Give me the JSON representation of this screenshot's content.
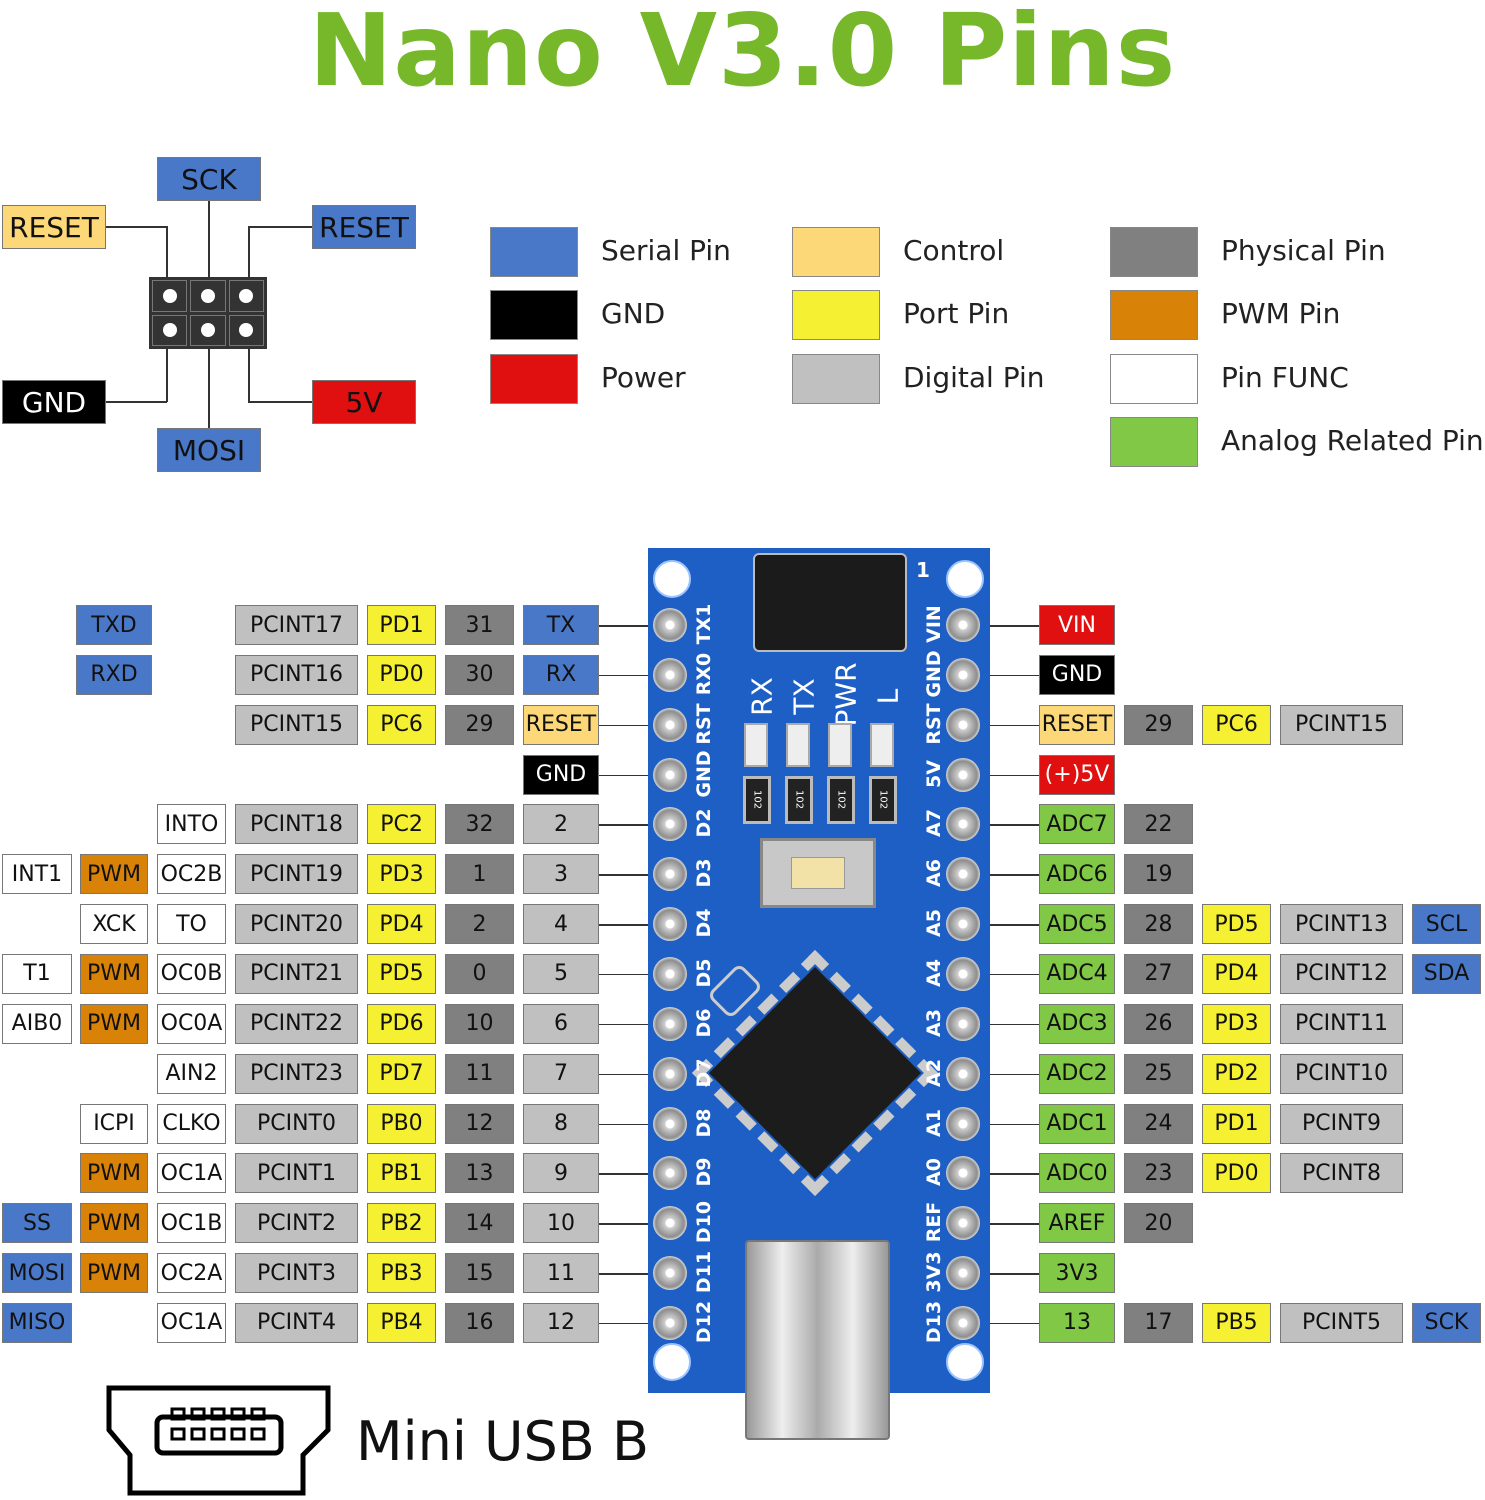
{
  "title": "Nano V3.0 Pins",
  "colors": {
    "serial": "#4a78c8",
    "gnd": "#000000",
    "power": "#e01010",
    "control": "#fdd878",
    "port": "#f5f032",
    "digital": "#c0c0c0",
    "physical": "#808080",
    "pwm": "#d98208",
    "func": "#ffffff",
    "analog": "#80c846"
  },
  "legend": [
    {
      "type": "serial",
      "label": "Serial Pin"
    },
    {
      "type": "gnd",
      "label": "GND"
    },
    {
      "type": "power",
      "label": "Power"
    },
    {
      "type": "control",
      "label": "Control"
    },
    {
      "type": "port",
      "label": "Port Pin"
    },
    {
      "type": "digital",
      "label": "Digital Pin"
    },
    {
      "type": "physical",
      "label": "Physical Pin"
    },
    {
      "type": "pwm",
      "label": "PWM Pin"
    },
    {
      "type": "func",
      "label": "Pin FUNC"
    },
    {
      "type": "analog",
      "label": "Analog Related Pin"
    }
  ],
  "icsp": {
    "sck": "SCK",
    "reset_left": "RESET",
    "reset_right": "RESET",
    "gnd": "GND",
    "v5": "5V",
    "mosi": "MOSI"
  },
  "left_rows": [
    [
      null,
      [
        "TXD",
        "serial"
      ],
      null,
      [
        "PCINT17",
        "digital"
      ],
      [
        "PD1",
        "port"
      ],
      [
        "31",
        "physical"
      ],
      [
        "TX",
        "serial"
      ]
    ],
    [
      null,
      [
        "RXD",
        "serial"
      ],
      null,
      [
        "PCINT16",
        "digital"
      ],
      [
        "PD0",
        "port"
      ],
      [
        "30",
        "physical"
      ],
      [
        "RX",
        "serial"
      ]
    ],
    [
      null,
      null,
      null,
      [
        "PCINT15",
        "digital"
      ],
      [
        "PC6",
        "port"
      ],
      [
        "29",
        "physical"
      ],
      [
        "RESET",
        "control"
      ]
    ],
    [
      null,
      null,
      null,
      null,
      null,
      null,
      [
        "GND",
        "gnd"
      ]
    ],
    [
      null,
      null,
      [
        "INTO",
        "func"
      ],
      [
        "PCINT18",
        "digital"
      ],
      [
        "PC2",
        "port"
      ],
      [
        "32",
        "physical"
      ],
      [
        "2",
        "digital"
      ]
    ],
    [
      [
        "INT1",
        "func"
      ],
      [
        "PWM",
        "pwm"
      ],
      [
        "OC2B",
        "func"
      ],
      [
        "PCINT19",
        "digital"
      ],
      [
        "PD3",
        "port"
      ],
      [
        "1",
        "physical"
      ],
      [
        "3",
        "digital"
      ]
    ],
    [
      null,
      [
        "XCK",
        "func"
      ],
      [
        "TO",
        "func"
      ],
      [
        "PCINT20",
        "digital"
      ],
      [
        "PD4",
        "port"
      ],
      [
        "2",
        "physical"
      ],
      [
        "4",
        "digital"
      ]
    ],
    [
      [
        "T1",
        "func"
      ],
      [
        "PWM",
        "pwm"
      ],
      [
        "OC0B",
        "func"
      ],
      [
        "PCINT21",
        "digital"
      ],
      [
        "PD5",
        "port"
      ],
      [
        "0",
        "physical"
      ],
      [
        "5",
        "digital"
      ]
    ],
    [
      [
        "AIB0",
        "func"
      ],
      [
        "PWM",
        "pwm"
      ],
      [
        "OC0A",
        "func"
      ],
      [
        "PCINT22",
        "digital"
      ],
      [
        "PD6",
        "port"
      ],
      [
        "10",
        "physical"
      ],
      [
        "6",
        "digital"
      ]
    ],
    [
      null,
      null,
      [
        "AIN2",
        "func"
      ],
      [
        "PCINT23",
        "digital"
      ],
      [
        "PD7",
        "port"
      ],
      [
        "11",
        "physical"
      ],
      [
        "7",
        "digital"
      ]
    ],
    [
      null,
      [
        "ICPI",
        "func"
      ],
      [
        "CLKO",
        "func"
      ],
      [
        "PCINT0",
        "digital"
      ],
      [
        "PB0",
        "port"
      ],
      [
        "12",
        "physical"
      ],
      [
        "8",
        "digital"
      ]
    ],
    [
      null,
      [
        "PWM",
        "pwm"
      ],
      [
        "OC1A",
        "func"
      ],
      [
        "PCINT1",
        "digital"
      ],
      [
        "PB1",
        "port"
      ],
      [
        "13",
        "physical"
      ],
      [
        "9",
        "digital"
      ]
    ],
    [
      [
        "SS",
        "serial"
      ],
      [
        "PWM",
        "pwm"
      ],
      [
        "OC1B",
        "func"
      ],
      [
        "PCINT2",
        "digital"
      ],
      [
        "PB2",
        "port"
      ],
      [
        "14",
        "physical"
      ],
      [
        "10",
        "digital"
      ]
    ],
    [
      [
        "MOSI",
        "serial"
      ],
      [
        "PWM",
        "pwm"
      ],
      [
        "OC2A",
        "func"
      ],
      [
        "PCINT3",
        "digital"
      ],
      [
        "PB3",
        "port"
      ],
      [
        "15",
        "physical"
      ],
      [
        "11",
        "digital"
      ]
    ],
    [
      [
        "MISO",
        "serial"
      ],
      null,
      [
        "OC1A",
        "func"
      ],
      [
        "PCINT4",
        "digital"
      ],
      [
        "PB4",
        "port"
      ],
      [
        "16",
        "physical"
      ],
      [
        "12",
        "digital"
      ]
    ]
  ],
  "right_rows": [
    [
      [
        "VIN",
        "power"
      ]
    ],
    [
      [
        "GND",
        "gnd"
      ]
    ],
    [
      [
        "RESET",
        "control"
      ],
      [
        "29",
        "physical"
      ],
      [
        "PC6",
        "port"
      ],
      [
        "PCINT15",
        "digital"
      ]
    ],
    [
      [
        "(+)5V",
        "power"
      ]
    ],
    [
      [
        "ADC7",
        "analog"
      ],
      [
        "22",
        "physical"
      ]
    ],
    [
      [
        "ADC6",
        "analog"
      ],
      [
        "19",
        "physical"
      ]
    ],
    [
      [
        "ADC5",
        "analog"
      ],
      [
        "28",
        "physical"
      ],
      [
        "PD5",
        "port"
      ],
      [
        "PCINT13",
        "digital"
      ],
      [
        "SCL",
        "serial"
      ]
    ],
    [
      [
        "ADC4",
        "analog"
      ],
      [
        "27",
        "physical"
      ],
      [
        "PD4",
        "port"
      ],
      [
        "PCINT12",
        "digital"
      ],
      [
        "SDA",
        "serial"
      ]
    ],
    [
      [
        "ADC3",
        "analog"
      ],
      [
        "26",
        "physical"
      ],
      [
        "PD3",
        "port"
      ],
      [
        "PCINT11",
        "digital"
      ]
    ],
    [
      [
        "ADC2",
        "analog"
      ],
      [
        "25",
        "physical"
      ],
      [
        "PD2",
        "port"
      ],
      [
        "PCINT10",
        "digital"
      ]
    ],
    [
      [
        "ADC1",
        "analog"
      ],
      [
        "24",
        "physical"
      ],
      [
        "PD1",
        "port"
      ],
      [
        "PCINT9",
        "digital"
      ]
    ],
    [
      [
        "ADC0",
        "analog"
      ],
      [
        "23",
        "physical"
      ],
      [
        "PD0",
        "port"
      ],
      [
        "PCINT8",
        "digital"
      ]
    ],
    [
      [
        "AREF",
        "analog"
      ],
      [
        "20",
        "physical"
      ]
    ],
    [
      [
        "3V3",
        "analog"
      ]
    ],
    [
      [
        "13",
        "analog"
      ],
      [
        "17",
        "physical"
      ],
      [
        "PB5",
        "port"
      ],
      [
        "PCINT5",
        "digital"
      ],
      [
        "SCK",
        "serial"
      ]
    ]
  ],
  "board": {
    "left_silk": [
      "TX1",
      "RX0",
      "RST",
      "GND",
      "D2",
      "D3",
      "D4",
      "D5",
      "D6",
      "D7",
      "D8",
      "D9",
      "D10",
      "D11",
      "D12"
    ],
    "right_silk": [
      "VIN",
      "GND",
      "RST",
      "5V",
      "A7",
      "A6",
      "A5",
      "A4",
      "A3",
      "A2",
      "A1",
      "A0",
      "REF",
      "3V3",
      "D13"
    ],
    "leds": [
      "RX",
      "TX",
      "PWR",
      "L"
    ],
    "resistor": "102",
    "pin1": "1"
  },
  "usb_label": "Mini USB B"
}
